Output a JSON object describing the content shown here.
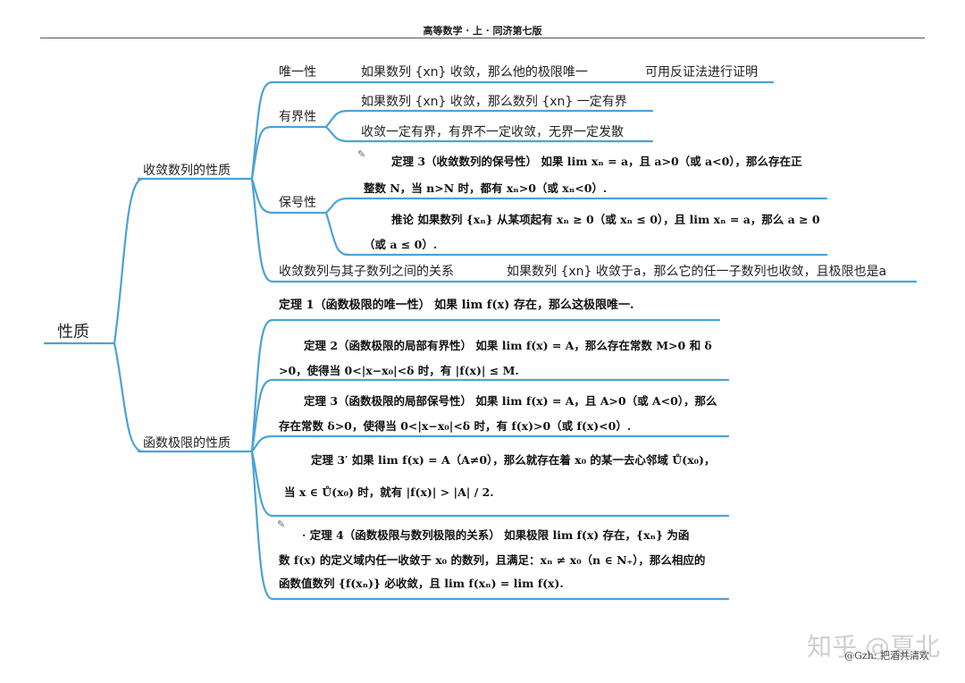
{
  "header": "高等数学 · 上 · 同济第七版",
  "root": "性质",
  "seq": {
    "title": "收敛数列的性质",
    "unique": {
      "label": "唯一性",
      "text": "如果数列 {xn} 收敛，那么他的极限唯一",
      "note": "可用反证法进行证明"
    },
    "bounded": {
      "label": "有界性",
      "text1": "如果数列 {xn} 收敛，那么数列 {xn} 一定有界",
      "text2": "收敛一定有界，有界不一定收敛，无界一定发散"
    },
    "sign": {
      "label": "保号性",
      "thm3_l1": "定理 3（收敛数列的保号性）  如果 lim xₙ = a，且 a>0（或 a<0），那么存在正",
      "thm3_l2": "整数 N，当 n>N 时，都有 xₙ>0（或 xₙ<0）.",
      "cor_l1": "推论  如果数列 {xₙ} 从某项起有 xₙ ≥ 0（或 xₙ ≤ 0），且 lim xₙ = a，那么 a ≥ 0",
      "cor_l2": "（或 a ≤ 0）."
    },
    "subseq": {
      "label": "收敛数列与其子数列之间的关系",
      "text": "如果数列 {xn} 收敛于a，那么它的任一子数列也收敛，且极限也是a"
    }
  },
  "func": {
    "title": "函数极限的性质",
    "t1": "定理 1（函数极限的唯一性）  如果 lim f(x) 存在，那么这极限唯一.",
    "t2_l1": "定理 2（函数极限的局部有界性）  如果 lim f(x) = A，那么存在常数 M>0 和 δ",
    "t2_l2": ">0，使得当 0<|x−x₀|<δ 时，有 |f(x)| ≤ M.",
    "t3_l1": "定理 3（函数极限的局部保号性）  如果 lim f(x) = A，且 A>0（或 A<0），那么",
    "t3_l2": "存在常数 δ>0，使得当 0<|x−x₀|<δ 时，有 f(x)>0（或 f(x)<0）.",
    "t3p_l1": "定理 3′  如果 lim f(x) = A（A≠0），那么就存在着 x₀ 的某一去心邻域 Ů(x₀)，",
    "t3p_l2": "当 x ∈ Ů(x₀) 时，就有 |f(x)| > |A| / 2.",
    "t4_l1": "· 定理 4（函数极限与数列极限的关系）  如果极限 lim f(x) 存在，{xₙ} 为函",
    "t4_l2": "数 f(x) 的定义域内任一收敛于 x₀ 的数列，且满足：xₙ ≠ x₀（n ∈ N₊），那么相应的",
    "t4_l3": "函数值数列 {f(xₙ)} 必收敛，且 lim f(xₙ) = lim f(x)."
  },
  "watermark": {
    "main": "知乎 @夏北",
    "sub": "@Gzh: 把酒共清欢"
  },
  "colors": {
    "branch": "#4aa3d6"
  }
}
